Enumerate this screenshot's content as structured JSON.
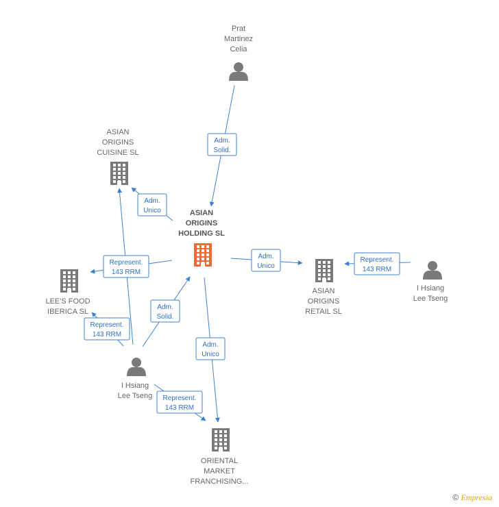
{
  "nodes": [
    {
      "id": "prat",
      "type": "person",
      "lines": [
        "Prat",
        "Martinez",
        "Celia"
      ],
      "color": "#7a7a7a"
    },
    {
      "id": "cuisine",
      "type": "company",
      "lines": [
        "ASIAN",
        "ORIGINS",
        "CUISINE  SL"
      ],
      "color": "#7a7a7a"
    },
    {
      "id": "holding",
      "type": "company",
      "lines": [
        "ASIAN",
        "ORIGINS",
        "HOLDING  SL"
      ],
      "color": "#f26a35",
      "main": true
    },
    {
      "id": "lees",
      "type": "company",
      "lines": [
        "LEE'S FOOD",
        "IBERICA  SL"
      ],
      "color": "#7a7a7a"
    },
    {
      "id": "retail",
      "type": "company",
      "lines": [
        "ASIAN",
        "ORIGINS",
        "RETAIL  SL"
      ],
      "color": "#7a7a7a"
    },
    {
      "id": "ihsiang_right",
      "type": "person",
      "lines": [
        "I Hsiang",
        "Lee Tseng"
      ],
      "color": "#7a7a7a"
    },
    {
      "id": "ihsiang_left",
      "type": "person",
      "lines": [
        "I Hsiang",
        "Lee Tseng"
      ],
      "color": "#7a7a7a"
    },
    {
      "id": "oriental",
      "type": "company",
      "lines": [
        "ORIENTAL",
        "MARKET",
        "FRANCHISING..."
      ],
      "color": "#7a7a7a"
    }
  ],
  "edges": [
    {
      "id": "prat-holding",
      "lines": [
        "Adm.",
        "Solid."
      ]
    },
    {
      "id": "holding-cuisine",
      "lines": [
        "Adm.",
        "Unico"
      ]
    },
    {
      "id": "holding-lees",
      "lines": [
        "Represent.",
        "143 RRM"
      ]
    },
    {
      "id": "holding-retail",
      "lines": [
        "Adm.",
        "Unico"
      ]
    },
    {
      "id": "ihsiangR-retail",
      "lines": [
        "Represent.",
        "143 RRM"
      ]
    },
    {
      "id": "ihsiangL-lees",
      "lines": [
        "Represent.",
        "143 RRM"
      ]
    },
    {
      "id": "ihsiangL-holding",
      "lines": [
        "Adm.",
        "Solid."
      ]
    },
    {
      "id": "holding-oriental",
      "lines": [
        "Adm.",
        "Unico"
      ]
    },
    {
      "id": "ihsiangL-oriental",
      "lines": [
        "Represent.",
        "143 RRM"
      ]
    }
  ],
  "footer": {
    "copyright": "©",
    "brand": "Empresia"
  },
  "colors": {
    "edge": "#3d7fd0",
    "main_node": "#f26a35",
    "node": "#7a7a7a"
  }
}
